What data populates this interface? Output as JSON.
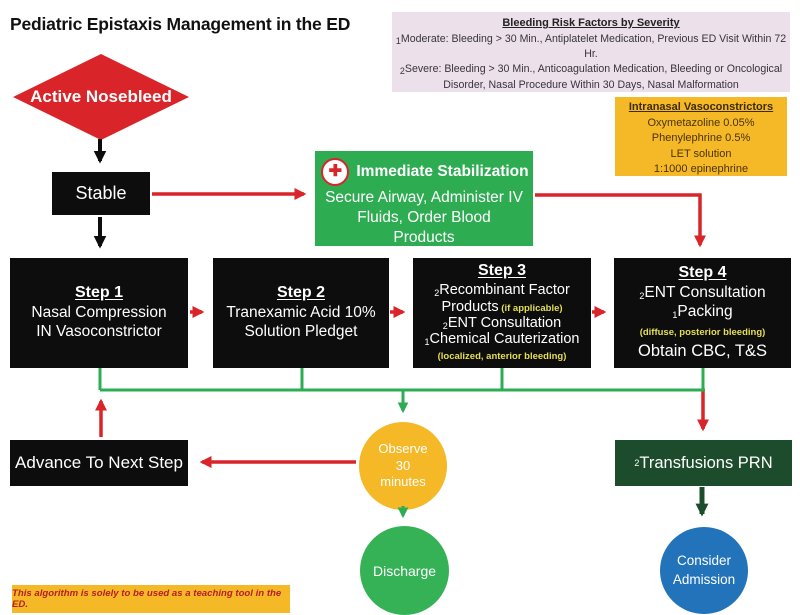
{
  "title": "Pediatric Epistaxis Management in the ED",
  "nodes": {
    "active_nosebleed": "Active Nosebleed",
    "stable": "Stable",
    "stabilization": {
      "icon": "medical-cross-icon",
      "title": "Immediate Stabilization",
      "body": "Secure Airway, Administer IV Fluids, Order Blood Products"
    },
    "advance": "Advance To Next Step",
    "transfusions": {
      "sub": "2",
      "label": "Transfusions PRN"
    },
    "observe": {
      "line1": "Observe",
      "line2": "30",
      "line3": "minutes"
    },
    "discharge": "Discharge",
    "admission": {
      "line1": "Consider",
      "line2": "Admission"
    }
  },
  "steps": [
    {
      "title": "Step 1",
      "lines": [
        {
          "text": "Nasal Compression"
        },
        {
          "text": "IN Vasoconstrictor"
        }
      ]
    },
    {
      "title": "Step 2",
      "lines": [
        {
          "text": "Tranexamic Acid 10%"
        },
        {
          "text": "Solution Pledget"
        }
      ]
    },
    {
      "title": "Step 3",
      "lines": [
        {
          "sub": "2",
          "text": "Recombinant Factor"
        },
        {
          "text": "Products",
          "note": "(if applicable)"
        },
        {
          "sub": "2",
          "text": "ENT Consultation"
        },
        {
          "sub": "1",
          "text": "Chemical Cauterization"
        },
        {
          "note": "(localized, anterior bleeding)"
        }
      ]
    },
    {
      "title": "Step 4",
      "lines": [
        {
          "sub": "2",
          "text": "ENT Consultation"
        },
        {
          "sub": "1",
          "text": "Packing"
        },
        {
          "note": "(diffuse, posterior bleeding)"
        },
        {
          "text": "Obtain CBC, T&S"
        }
      ]
    }
  ],
  "risk_box": {
    "title": "Bleeding Risk Factors by Severity",
    "items": [
      {
        "sub": "1",
        "text": "Moderate: Bleeding > 30 Min., Antiplatelet Medication, Previous ED Visit Within 72 Hr."
      },
      {
        "sub": "2",
        "text": "Severe: Bleeding > 30 Min., Anticoagulation Medication, Bleeding or Oncological Disorder, Nasal Procedure Within 30 Days, Nasal Malformation"
      }
    ]
  },
  "vaso_box": {
    "title": "Intranasal Vasoconstrictors",
    "items": [
      "Oxymetazoline 0.05%",
      "Phenylephrine 0.5%",
      "LET solution",
      "1:1000 epinephrine"
    ]
  },
  "disclaimer": "This algorithm is solely to be used as a teaching tool in the ED.",
  "colors": {
    "red": "#d92529",
    "black": "#0d0d0d",
    "green": "#2eac52",
    "darkgreen": "#1d4c2c",
    "yellow": "#f5b826",
    "blue": "#2273ba",
    "pink": "#ece1eb",
    "noteyellow": "#e6df52",
    "maroon": "#b52025"
  }
}
